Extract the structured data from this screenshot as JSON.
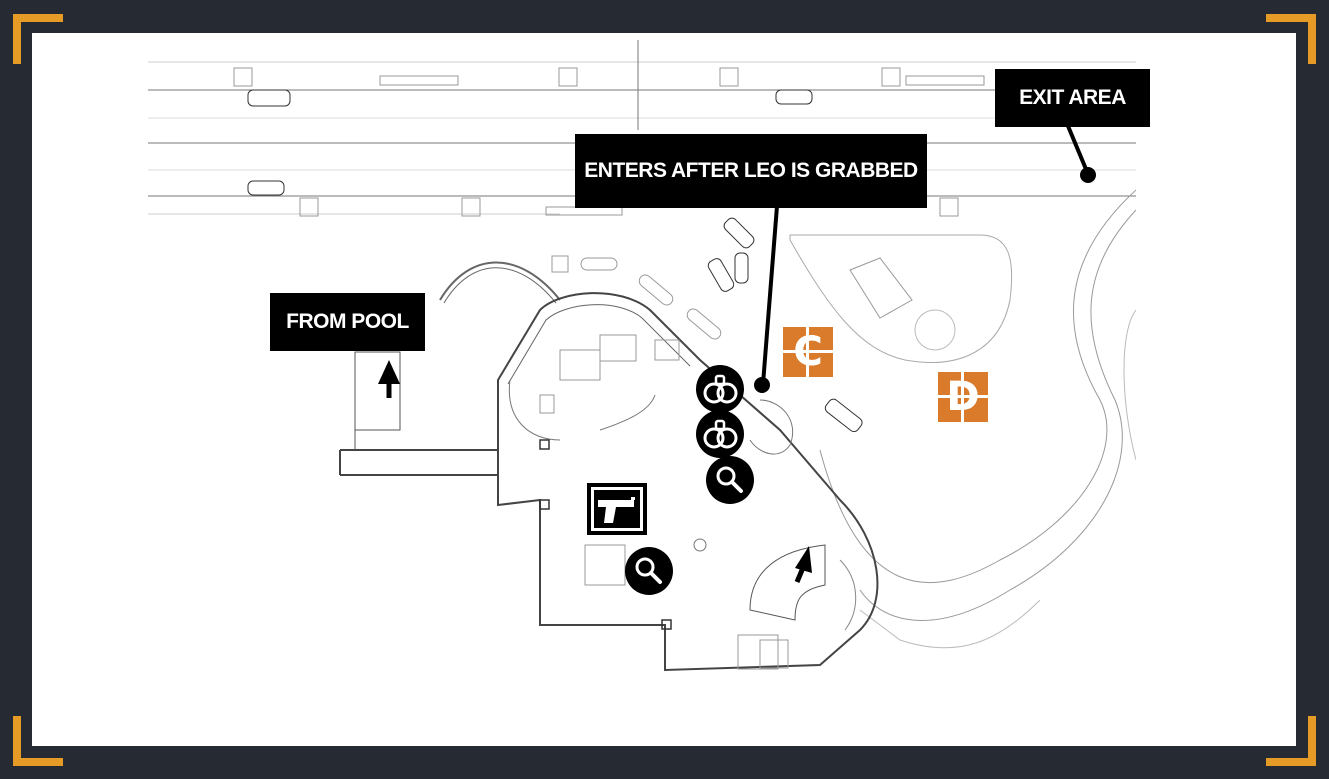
{
  "callouts": {
    "exit_area": "EXIT AREA",
    "enters_after": "ENTERS AFTER LEO IS GRABBED",
    "from_pool": "FROM POOL"
  },
  "markers": {
    "c_label": "C",
    "d_label": "D"
  },
  "colors": {
    "frame": "#262a33",
    "corner_accent": "#e69b26",
    "marker_orange": "#d97b2b",
    "callout_bg": "#000000"
  },
  "icons": [
    "handcuffs-icon",
    "handcuffs-icon",
    "search-icon",
    "search-icon",
    "pistol-icon",
    "arrow-up-icon"
  ]
}
